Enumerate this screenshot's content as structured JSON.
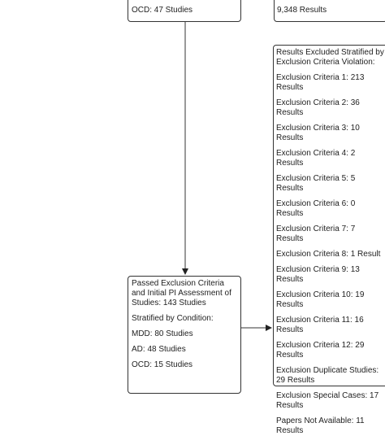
{
  "top_left_box": {
    "line": "OCD: 47 Studies"
  },
  "top_right_box": {
    "line": "9,348 Results"
  },
  "passed_box": {
    "title": "Passed Exclusion Criteria and Initial PI Assessment of Studies: 143 Studies",
    "subtitle": "Stratified by Condition:",
    "items": [
      "MDD: 80 Studies",
      "AD: 48 Studies",
      "OCD: 15 Studies"
    ]
  },
  "excluded_box": {
    "title": "Results Excluded Stratified by Exclusion Criteria Violation:",
    "items": [
      "Exclusion Criteria 1: 213 Results",
      "Exclusion Criteria 2: 36 Results",
      "Exclusion Criteria 3: 10 Results",
      "Exclusion Criteria 4: 2 Results",
      "Exclusion Criteria 5: 5 Results",
      "Exclusion Criteria 6: 0 Results",
      "Exclusion Criteria 7: 7 Results",
      "Exclusion Criteria 8: 1 Result",
      "Exclusion Criteria 9: 13 Results",
      "Exclusion Criteria 10: 19 Results",
      "Exclusion Criteria 11: 16 Results",
      "Exclusion Criteria 12: 29 Results",
      "Exclusion Duplicate Studies: 29 Results",
      "Exclusion Special Cases: 17 Results",
      "Papers Not Available: 11 Results"
    ]
  }
}
